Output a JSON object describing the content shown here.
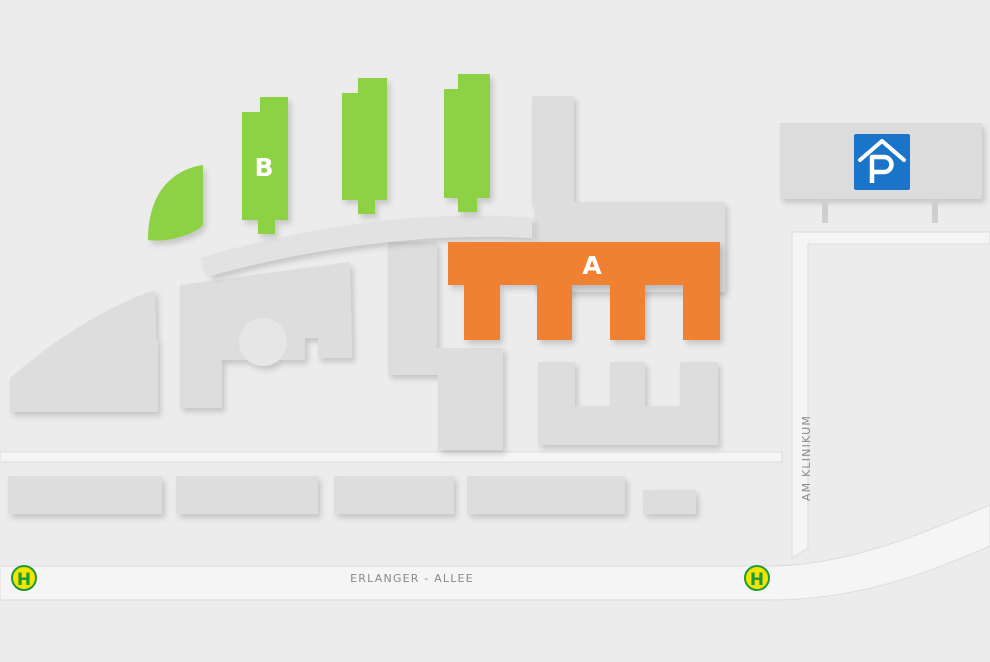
{
  "labels": {
    "building_a": "A",
    "building_b": "B",
    "parking_symbol": "P",
    "bus_stop_symbol": "H"
  },
  "streets": {
    "main": "ERLANGER - ALLEE",
    "side": "AM KLINIKUM"
  },
  "colors": {
    "background": "#ececec",
    "road": "#f4f4f4",
    "building": "#dcdcdc",
    "building_shadow": "#c4c4c4",
    "highlight_a": "#f08133",
    "highlight_b": "#8dd145",
    "parking": "#1a74c9",
    "bus_stop": "#f2e600"
  },
  "icons": [
    "parking-icon",
    "bus-stop-icon"
  ]
}
